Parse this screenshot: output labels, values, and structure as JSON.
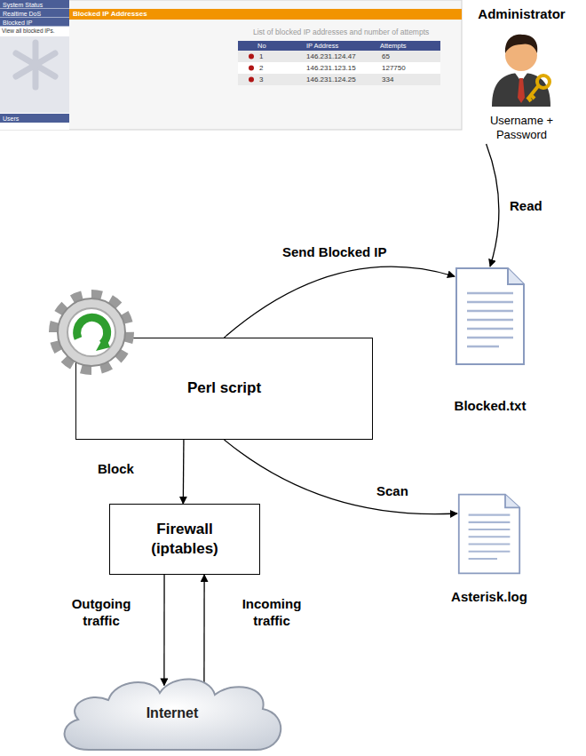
{
  "diagram": {
    "nodes": [
      {
        "text": [
          "Administrator",
          "Username + Password"
        ]
      },
      {
        "text": [
          "Blocked.txt"
        ]
      },
      {
        "text": [
          "Perl script"
        ]
      },
      {
        "text": [
          "Asterisk.log"
        ]
      },
      {
        "text": [
          "Firewall (iptables)"
        ]
      },
      {
        "text": [
          "Internet"
        ]
      }
    ],
    "edges": [
      {
        "from": 0,
        "to": 1,
        "label": "Read",
        "arrow": "to"
      },
      {
        "from": 2,
        "to": 1,
        "label": "Send Blocked IP",
        "arrow": "to"
      },
      {
        "from": 2,
        "to": 4,
        "label": "Block",
        "arrow": "to"
      },
      {
        "from": 2,
        "to": 3,
        "label": "Scan",
        "arrow": "to"
      },
      {
        "from": 4,
        "to": 5,
        "label": "Outgoing traffic",
        "arrow": "to"
      },
      {
        "from": 5,
        "to": 4,
        "label": "Incoming traffic",
        "arrow": "to"
      }
    ],
    "labels": [
      "System Status",
      "Realtime DoS",
      "Blocked IP",
      "View all blocked IPs.",
      "Users",
      "Blocked IP Addresses",
      "List of blocked IP addresses and number of attempts",
      "No",
      "IP Address",
      "Attempts",
      "1",
      "146.231.124.47",
      "65",
      "2",
      "146.231.123.15",
      "127750",
      "3",
      "146.231.124.25",
      "334"
    ]
  }
}
